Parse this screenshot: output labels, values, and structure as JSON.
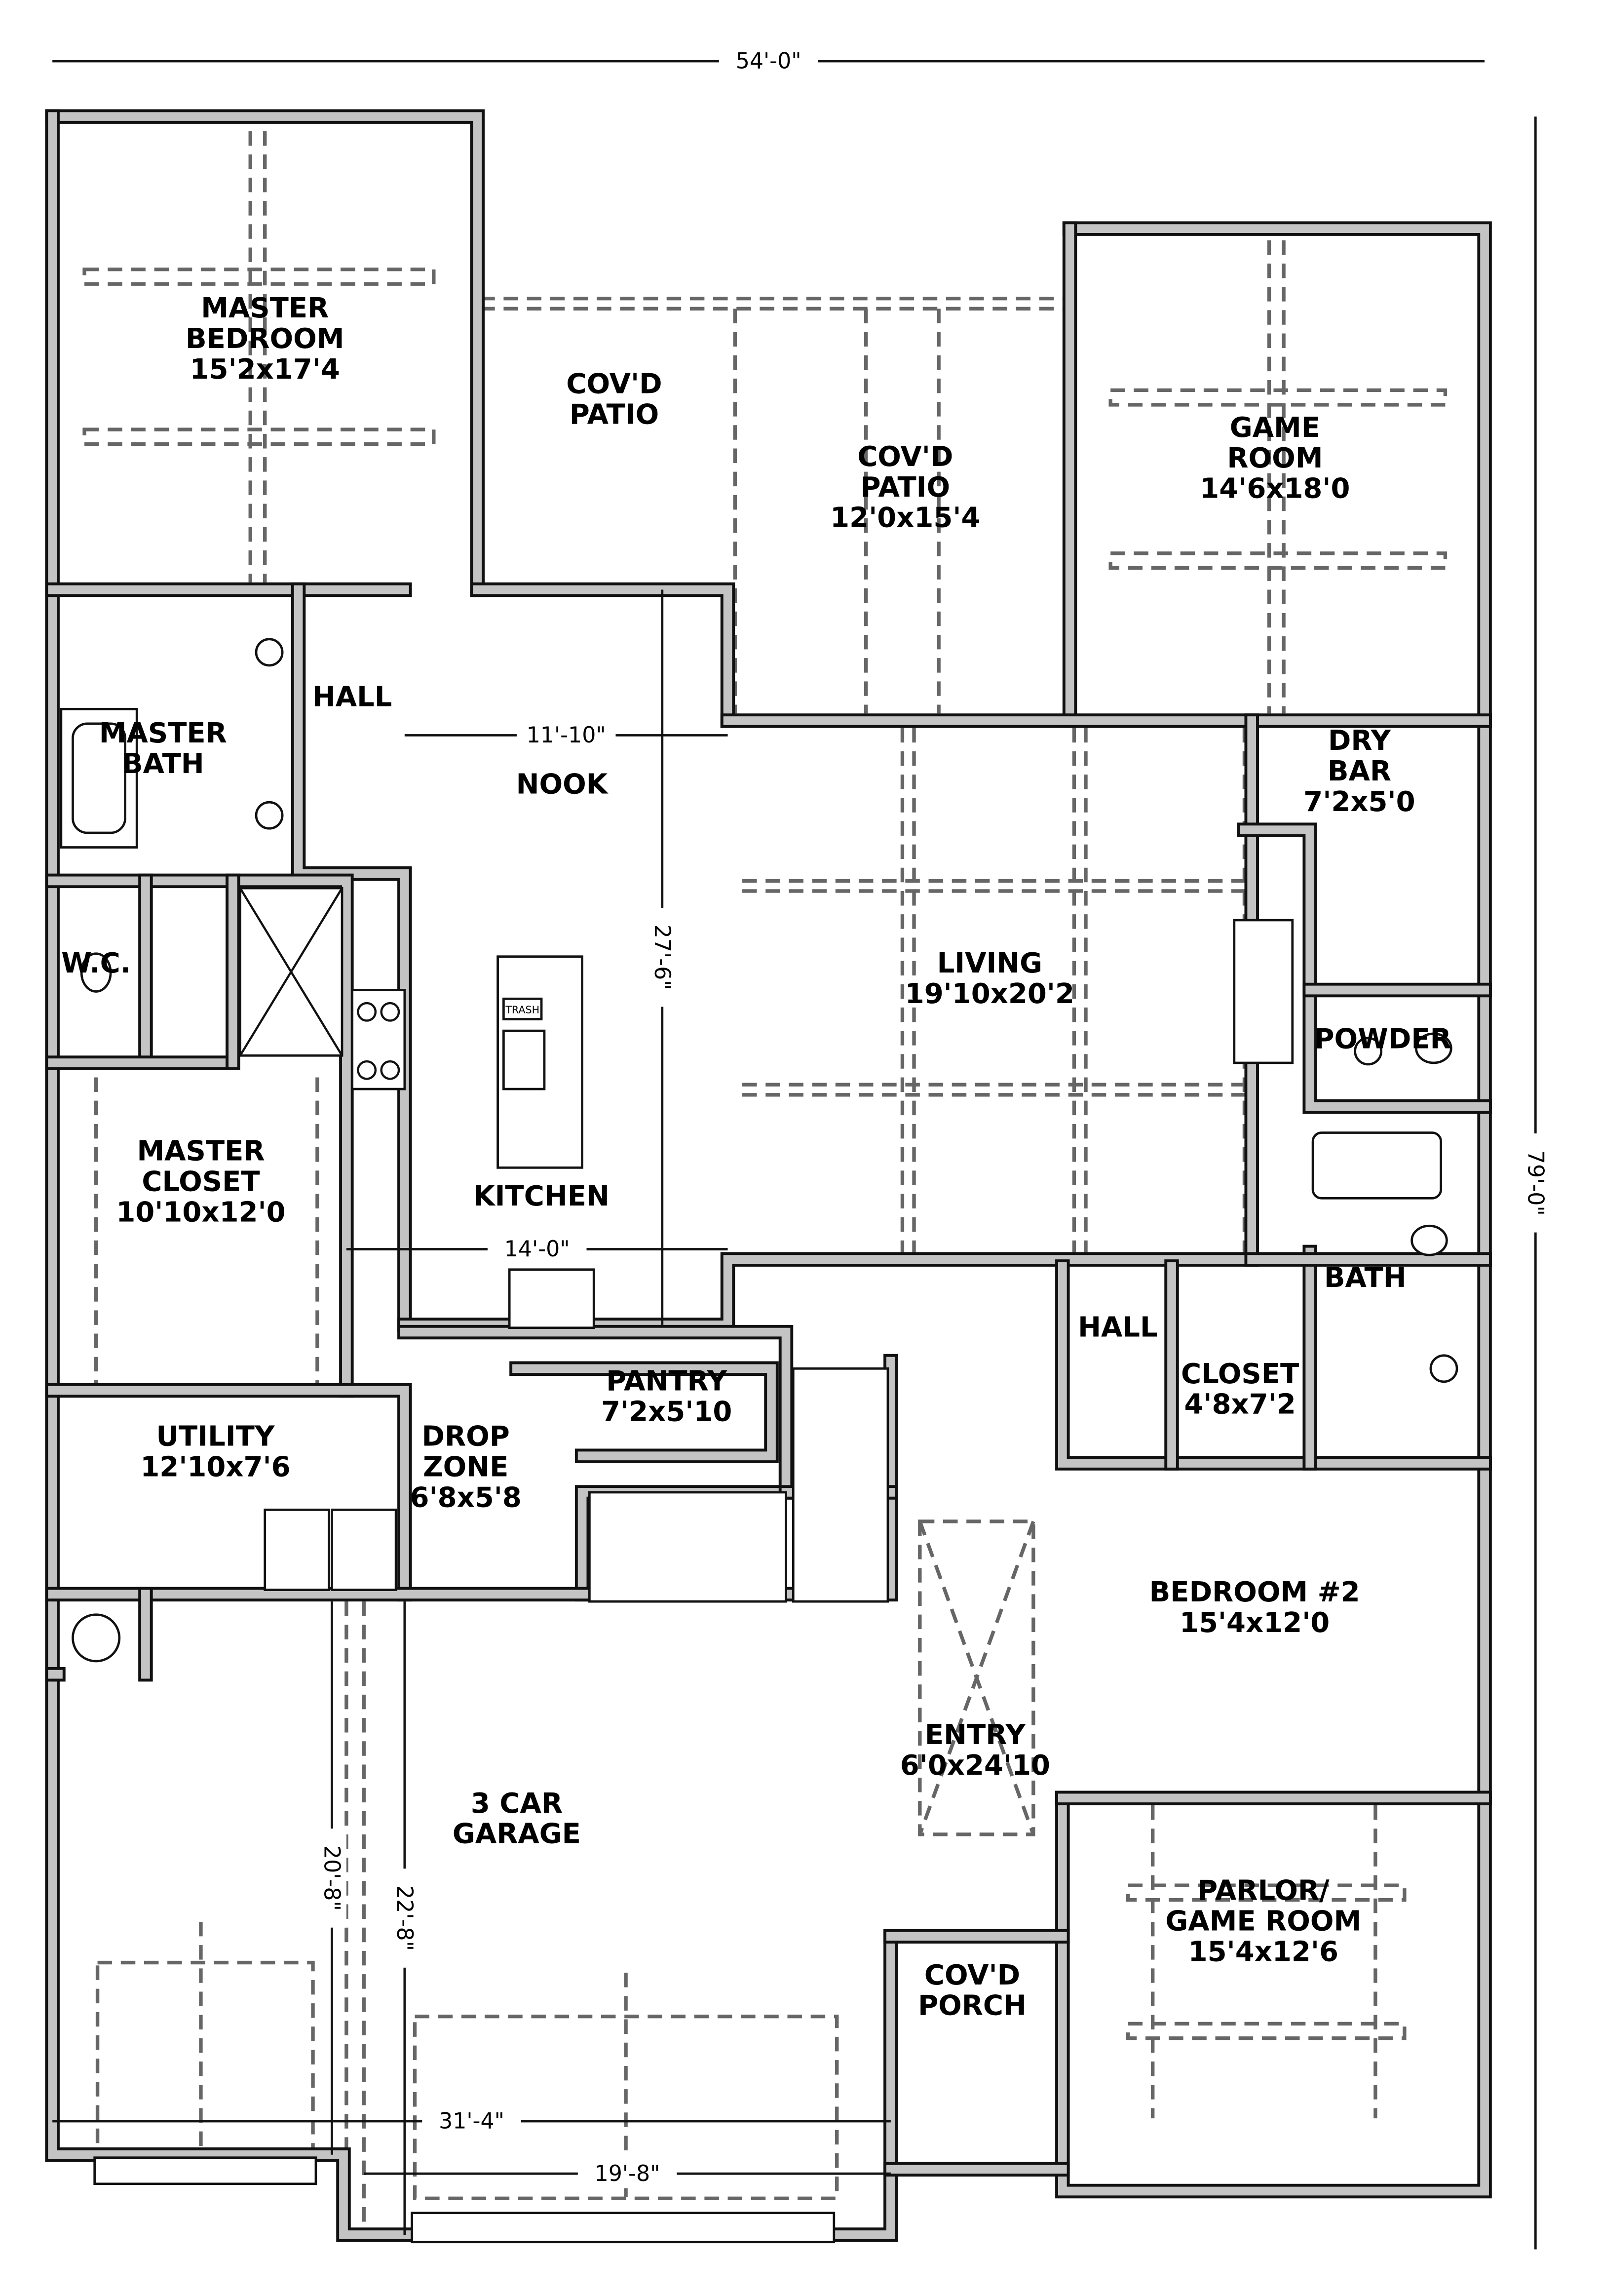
{
  "rooms": [
    {
      "lines": [
        "MASTER",
        "BEDROOM"
      ],
      "size": "15'2x17'4"
    },
    {
      "lines": [
        "COV'D",
        "PATIO"
      ],
      "size": ""
    },
    {
      "lines": [
        "COV'D",
        "PATIO"
      ],
      "size": "12'0x15'4"
    },
    {
      "lines": [
        "GAME",
        "ROOM"
      ],
      "size": "14'6x18'0"
    },
    {
      "lines": [
        "MASTER",
        "BATH"
      ],
      "size": ""
    },
    {
      "lines": [
        "HALL"
      ],
      "size": ""
    },
    {
      "lines": [
        "NOOK"
      ],
      "size": ""
    },
    {
      "lines": [
        "DRY",
        "BAR"
      ],
      "size": "7'2x5'0"
    },
    {
      "lines": [
        "LIVING"
      ],
      "size": "19'10x20'2"
    },
    {
      "lines": [
        "W.C."
      ],
      "size": ""
    },
    {
      "lines": [
        "POWDER"
      ],
      "size": ""
    },
    {
      "lines": [
        "MASTER",
        "CLOSET"
      ],
      "size": "10'10x12'0"
    },
    {
      "lines": [
        "KITCHEN"
      ],
      "size": ""
    },
    {
      "lines": [
        "BATH"
      ],
      "size": ""
    },
    {
      "lines": [
        "HALL"
      ],
      "size": ""
    },
    {
      "lines": [
        "CLOSET"
      ],
      "size": "4'8x7'2"
    },
    {
      "lines": [
        "PANTRY"
      ],
      "size": "7'2x5'10"
    },
    {
      "lines": [
        "UTILITY"
      ],
      "size": "12'10x7'6"
    },
    {
      "lines": [
        "DROP",
        "ZONE"
      ],
      "size": "6'8x5'8"
    },
    {
      "lines": [
        "BEDROOM #2"
      ],
      "size": "15'4x12'0"
    },
    {
      "lines": [
        "ENTRY"
      ],
      "size": "6'0x24'10"
    },
    {
      "lines": [
        "3 CAR",
        "GARAGE"
      ],
      "size": ""
    },
    {
      "lines": [
        "PARLOR/",
        "GAME ROOM"
      ],
      "size": "15'4x12'6"
    },
    {
      "lines": [
        "COV'D",
        "PORCH"
      ],
      "size": ""
    }
  ],
  "fixtures": {
    "trash": "TRASH"
  },
  "dimensions": {
    "overall_width": "54'-0\"",
    "overall_depth": "79'-0\"",
    "nook_width": "11'-10\"",
    "kitchen_depth": "27'-6\"",
    "kitchen_width": "14'-0\"",
    "garage_depth_left": "20'-8\"",
    "garage_depth_right": "22'-8\"",
    "garage_width": "31'-4\"",
    "garage_door_bay": "19'-8\""
  },
  "colors": {
    "wall_fill": "#c4c4c4",
    "line": "#111111"
  }
}
